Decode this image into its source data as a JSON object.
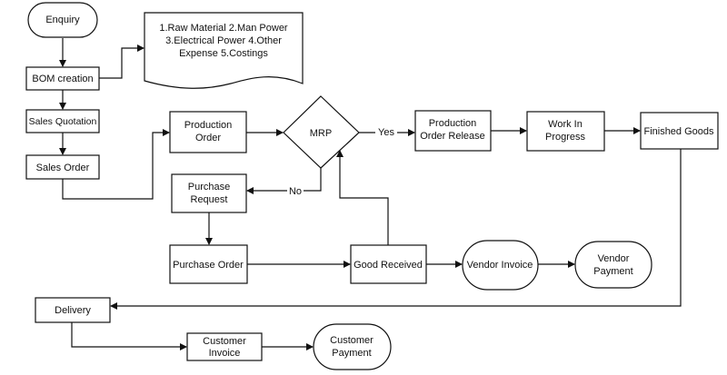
{
  "nodes": {
    "enquiry": "Enquiry",
    "bom_creation": "BOM creation",
    "bom_note_line1": "1.Raw Material 2.Man Power",
    "bom_note_line2": "3.Electrical Power 4.Other",
    "bom_note_line3": "Expense 5.Costings",
    "sales_quotation": "Sales Quotation",
    "sales_order": "Sales Order",
    "production_order_line1": "Production",
    "production_order_line2": "Order",
    "mrp": "MRP",
    "production_order_release_line1": "Production",
    "production_order_release_line2": "Order Release",
    "work_in_progress_line1": "Work In",
    "work_in_progress_line2": "Progress",
    "finished_goods": "Finished Goods",
    "purchase_request_line1": "Purchase",
    "purchase_request_line2": "Request",
    "purchase_order": "Purchase Order",
    "good_received": "Good Received",
    "vendor_invoice": "Vendor  Invoice",
    "vendor_payment_line1": "Vendor",
    "vendor_payment_line2": "Payment",
    "delivery": "Delivery",
    "customer_invoice_line1": "Customer",
    "customer_invoice_line2": "Invoice",
    "customer_payment_line1": "Customer",
    "customer_payment_line2": "Payment"
  },
  "edge_labels": {
    "yes": "Yes",
    "no": "No"
  }
}
